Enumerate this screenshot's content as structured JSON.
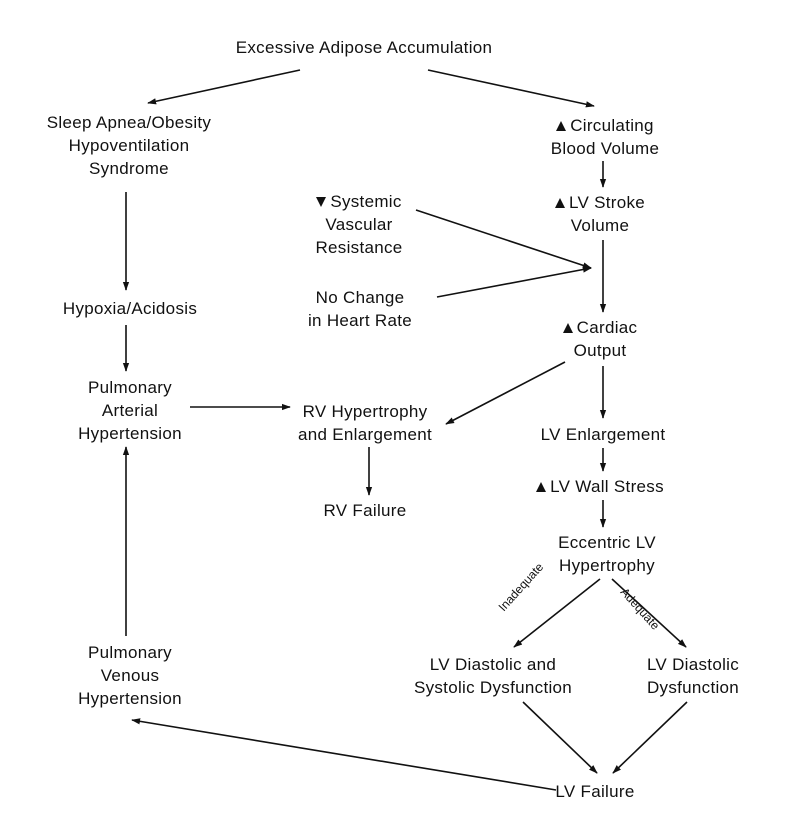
{
  "colors": {
    "line": "#111111",
    "background": "#ffffff"
  },
  "nodes": {
    "adipose": {
      "lines": [
        "Excessive Adipose Accumulation"
      ]
    },
    "apnea": {
      "lines": [
        "Sleep Apnea/Obesity",
        "Hypoventilation",
        "Syndrome"
      ]
    },
    "blood_volume": {
      "lines": [
        "Circulating",
        "Blood Volume"
      ],
      "indicator": "up-arrow-icon"
    },
    "svr": {
      "lines": [
        "Systemic",
        "Vascular",
        "Resistance"
      ],
      "indicator": "down-arrow-icon"
    },
    "stroke_volume": {
      "lines": [
        "LV Stroke",
        "Volume"
      ],
      "indicator": "up-arrow-icon"
    },
    "heart_rate": {
      "lines": [
        "No Change",
        "in Heart Rate"
      ]
    },
    "hypoxia": {
      "lines": [
        "Hypoxia/Acidosis"
      ]
    },
    "cardiac_output": {
      "lines": [
        "Cardiac",
        "Output"
      ],
      "indicator": "up-arrow-icon"
    },
    "pah": {
      "lines": [
        "Pulmonary",
        "Arterial",
        "Hypertension"
      ]
    },
    "rv_hyper": {
      "lines": [
        "RV Hypertrophy",
        "and Enlargement"
      ]
    },
    "lv_enlarge": {
      "lines": [
        "LV Enlargement"
      ]
    },
    "lv_wall": {
      "lines": [
        "LV Wall Stress"
      ],
      "indicator": "up-arrow-icon"
    },
    "rv_failure": {
      "lines": [
        "RV Failure"
      ]
    },
    "eccentric": {
      "lines": [
        "Eccentric LV",
        "Hypertrophy"
      ]
    },
    "pvh": {
      "lines": [
        "Pulmonary",
        "Venous",
        "Hypertension"
      ]
    },
    "lv_dia_sys": {
      "lines": [
        "LV Diastolic and",
        "Systolic Dysfunction"
      ]
    },
    "lv_dia": {
      "lines": [
        "LV Diastolic",
        "Dysfunction"
      ]
    },
    "lv_failure": {
      "lines": [
        "LV Failure"
      ]
    }
  },
  "edge_labels": {
    "inadequate": "Inadequate",
    "adequate": "Adequate"
  }
}
